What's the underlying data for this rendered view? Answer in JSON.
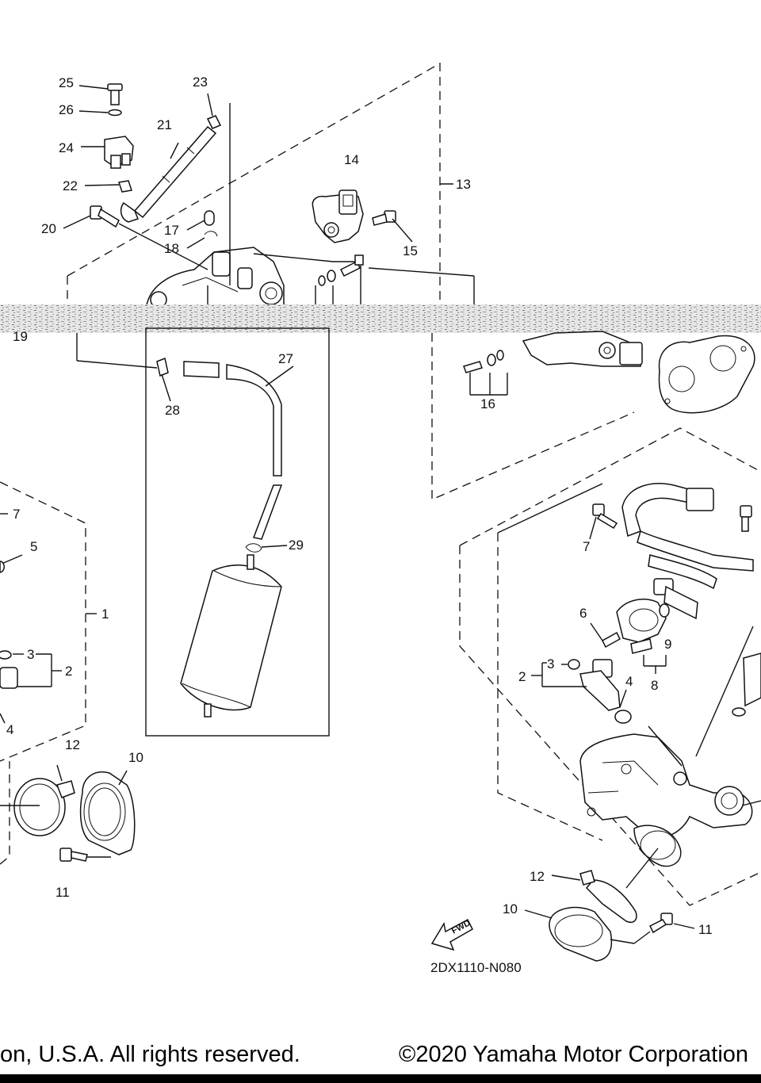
{
  "callouts": {
    "c1": "1",
    "c2": "2",
    "c3": "3",
    "c4": "4",
    "c5": "5",
    "c6": "6",
    "c7": "7",
    "c8": "8",
    "c9": "9",
    "c10": "10",
    "c11": "11",
    "c12": "12",
    "c13": "13",
    "c14": "14",
    "c15": "15",
    "c16": "16",
    "c17": "17",
    "c18": "18",
    "c19": "19",
    "c20": "20",
    "c21": "21",
    "c22": "22",
    "c23": "23",
    "c24": "24",
    "c25": "25",
    "c26": "26",
    "c27": "27",
    "c28": "28",
    "c29": "29"
  },
  "fwd_label": "FWD",
  "diagram_code": "2DX1110-N080",
  "footer": {
    "left_text": "on, U.S.A. All rights reserved.",
    "right_text": "©2020 Yamaha Motor Corporation"
  }
}
